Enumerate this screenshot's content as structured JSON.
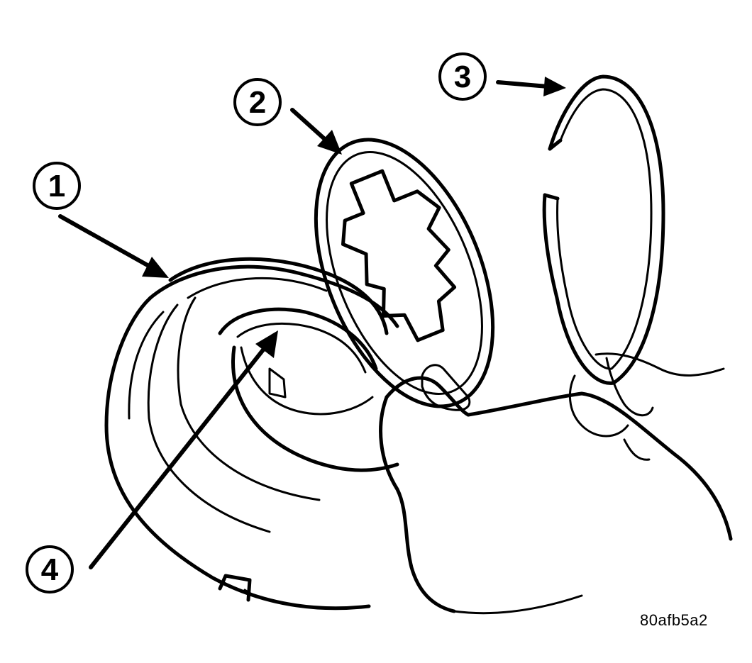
{
  "callouts": {
    "c1": "1",
    "c2": "2",
    "c3": "3",
    "c4": "4"
  },
  "figure_code": "80afb5a2"
}
